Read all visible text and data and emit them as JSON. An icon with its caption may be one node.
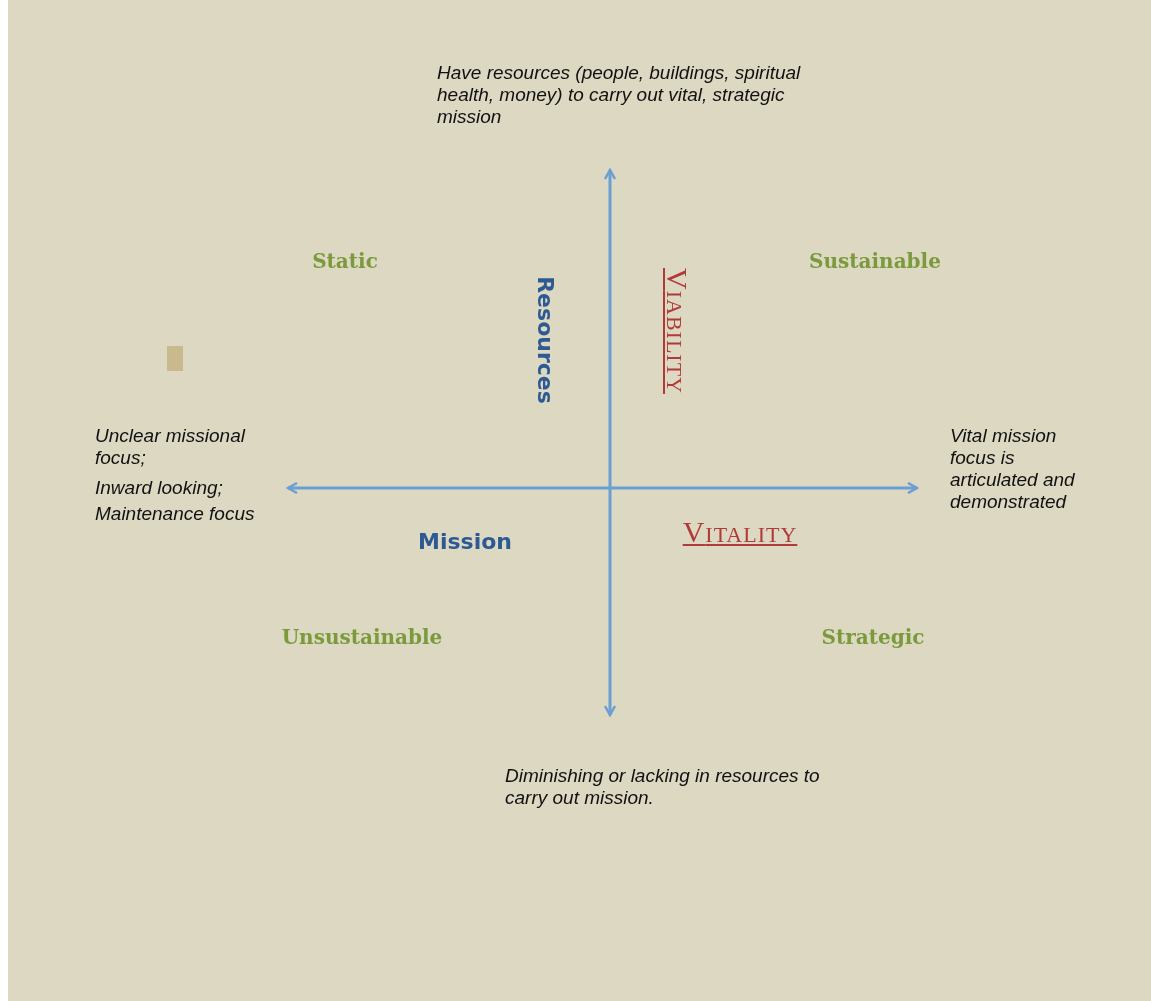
{
  "diagram": {
    "labels": [
      "Have resources (people, buildings, spiritual health, money) to carry out vital, strategic mission",
      "Static",
      "Sustainable",
      "Resources",
      "VIABILITY",
      "Unclear missional focus;",
      "Inward looking;",
      "Maintenance focus",
      "Vital mission focus is articulated and demonstrated",
      "Mission",
      "VITALITY",
      "Unsustainable",
      "Strategic",
      "Diminishing or lacking in resources to carry out mission."
    ]
  }
}
